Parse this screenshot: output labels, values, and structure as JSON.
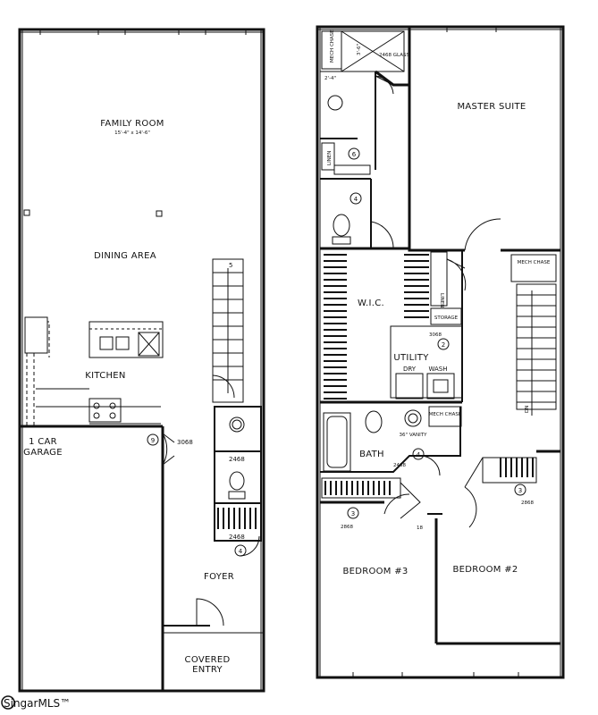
{
  "first_floor": {
    "family_room": "FAMILY ROOM",
    "family_room_dims": "15'-4\" x 14'-6\"",
    "dining_area": "DINING AREA",
    "kitchen": "KITCHEN",
    "garage_line1": "1 CAR",
    "garage_line2": "GARAGE",
    "foyer": "FOYER",
    "covered_line1": "COVERED",
    "covered_line2": "ENTRY",
    "door_garage": "3068",
    "door_half_bath": "2468",
    "door_closet": "2468",
    "tag_9": "9",
    "tag_4": "4",
    "stair_num": "5"
  },
  "second_floor": {
    "master_suite": "MASTER SUITE",
    "wic": "W.I.C.",
    "linen_upper": "LINEN",
    "linen_mid": "LINEN",
    "mech_chase_top": "MECH CHASE",
    "mech_chase_right": "MECH CHASE",
    "mech_chase_utility": "MECH CHASE",
    "storage": "STORAGE",
    "utility": "UTILITY",
    "dry": "DRY",
    "wash": "WASH",
    "bath": "BATH",
    "vanity": "36\" VANITY",
    "bedroom3": "BEDROOM #3",
    "bedroom2": "BEDROOM #2",
    "shower_door": "2468 GLASS",
    "shower_dim": "3'-6\"",
    "dim_2_4": "2'-4\"",
    "door_storage": "3068",
    "door_bath": "2468",
    "door_bed3": "2868",
    "door_bed2": "2868",
    "tag_6": "6",
    "tag_4a": "4",
    "tag_2": "2",
    "tag_4b": "4",
    "tag_3a": "3",
    "tag_3b": "3",
    "dn": "DN",
    "num_18": "18"
  },
  "watermark": "SingarMLS™"
}
